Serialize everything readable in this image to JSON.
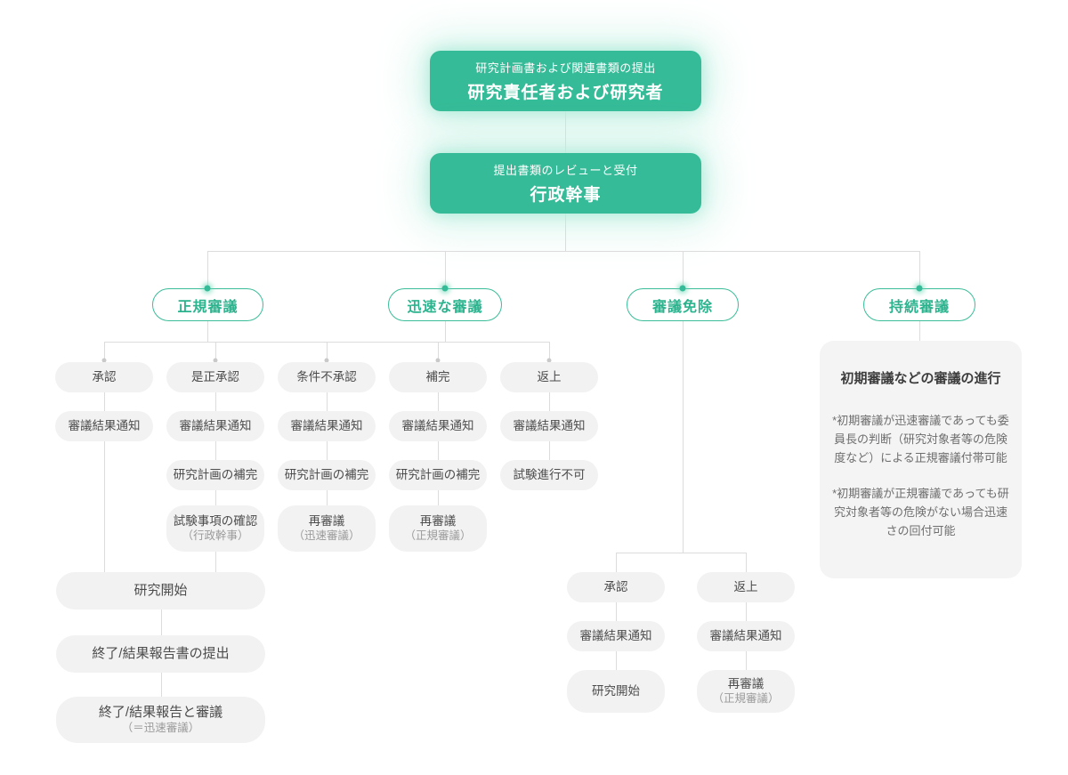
{
  "colors": {
    "accent_green": "#35bb97",
    "pill_background": "#f2f2f3",
    "connector_line": "#dcdcdc"
  },
  "top_boxes": [
    {
      "subtitle": "研究計画書および関連書類の提出",
      "title": "研究責任者および研究者"
    },
    {
      "subtitle": "提出書類のレビューと受付",
      "title": "行政幹事"
    }
  ],
  "branches": {
    "regular": "正規審議",
    "expedited": "迅速な審議",
    "exempt": "審議免除",
    "continuing": "持続審議"
  },
  "regular_review": {
    "col1": {
      "r1": "承認",
      "r2": "審議結果通知"
    },
    "col2": {
      "r1": "是正承認",
      "r2": "審議結果通知",
      "r3": "研究計画の補完",
      "r4_main": "試験事項の確認",
      "r4_sub": "（行政幹事）"
    },
    "outcome": {
      "start": "研究開始",
      "submit": "終了/結果報告書の提出",
      "final_main": "終了/結果報告と審議",
      "final_sub": "（＝迅速審議）"
    }
  },
  "expedited_review": {
    "col3": {
      "r1": "条件不承認",
      "r2": "審議結果通知",
      "r3": "研究計画の補完",
      "r4_main": "再審議",
      "r4_sub": "（迅速審議）"
    },
    "col4": {
      "r1": "補完",
      "r2": "審議結果通知",
      "r3": "研究計画の補完",
      "r4_main": "再審議",
      "r4_sub": "（正規審議）"
    },
    "col5": {
      "r1": "返上",
      "r2": "審議結果通知",
      "r3": "試験進行不可"
    }
  },
  "exemption": {
    "approve": {
      "r1": "承認",
      "r2": "審議結果通知",
      "r3": "研究開始"
    },
    "return": {
      "r1": "返上",
      "r2": "審議結果通知",
      "r3_main": "再審議",
      "r3_sub": "（正規審議）"
    }
  },
  "continuing_note": {
    "title": "初期審議などの審議の進行",
    "para1": "*初期審議が迅速審議であっても委員長の判断（研究対象者等の危険度など）による正規審議付帯可能",
    "para2": "*初期審議が正規審議であっても研究対象者等の危険がない場合迅速さの回付可能"
  }
}
